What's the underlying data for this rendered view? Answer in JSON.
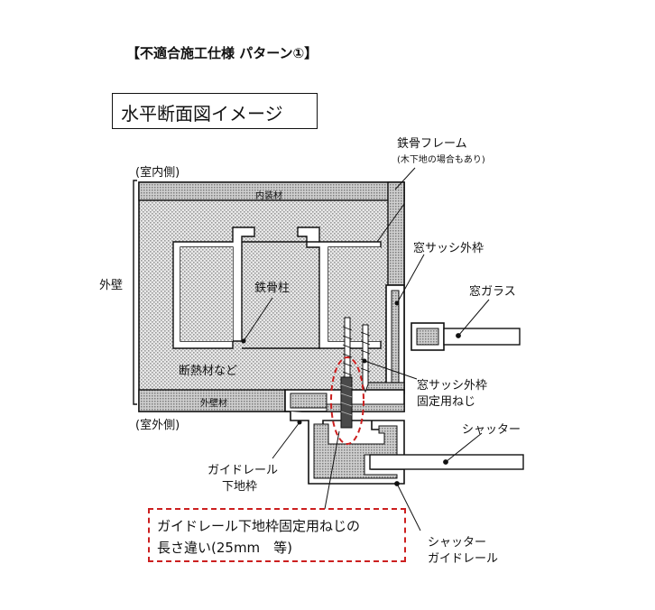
{
  "header": {
    "label": "【不適合施工仕様 パターン①】"
  },
  "title": {
    "label": "水平断面図イメージ"
  },
  "labels": {
    "indoor_side": "(室内側)",
    "outdoor_side": "(室外側)",
    "exterior_wall": "外壁",
    "interior_finish": "内装材",
    "exterior_finish": "外壁材",
    "steel_column": "鉄骨柱",
    "insulation": "断熱材など",
    "steel_frame": "鉄骨フレーム",
    "steel_frame_note": "(木下地の場合もあり)",
    "sash_outer_frame": "窓サッシ外枠",
    "window_glass": "窓ガラス",
    "sash_screw_line1": "窓サッシ外枠",
    "sash_screw_line2": "固定用ねじ",
    "shutter": "シャッター",
    "guide_rail_base_line1": "ガイドレール",
    "guide_rail_base_line2": "下地枠",
    "shutter_guide_rail_line1": "シャッター",
    "shutter_guide_rail_line2": "ガイドレール"
  },
  "note": {
    "line1": "ガイドレール下地枠固定用ねじの",
    "line2": "長さ違い(25mm　等)"
  },
  "colors": {
    "hatch": "#bdbdbd",
    "outline": "#111111",
    "highlight": "#cc1f1f",
    "screw": "#444444"
  }
}
